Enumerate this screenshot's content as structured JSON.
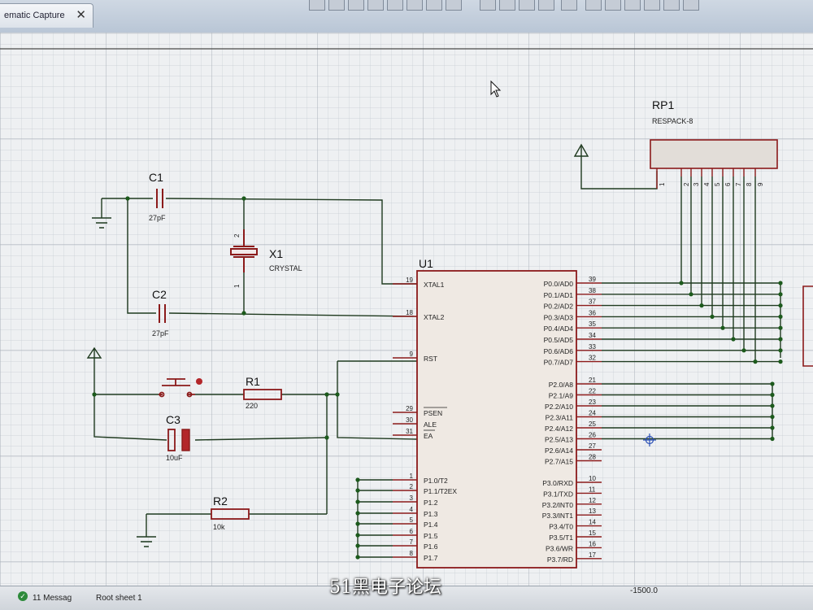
{
  "window": {
    "tab_title": "ematic Capture",
    "tab_close": "✕"
  },
  "components": {
    "c1": {
      "ref": "C1",
      "value": "27pF"
    },
    "c2": {
      "ref": "C2",
      "value": "27pF"
    },
    "c3": {
      "ref": "C3",
      "value": "10uF"
    },
    "x1": {
      "ref": "X1",
      "value": "CRYSTAL",
      "pin_top": "2",
      "pin_bottom": "1"
    },
    "r1": {
      "ref": "R1",
      "value": "220"
    },
    "r2": {
      "ref": "R2",
      "value": "10k"
    },
    "rp1": {
      "ref": "RP1",
      "value": "RESPACK-8",
      "pins": [
        "1",
        "2",
        "3",
        "4",
        "5",
        "6",
        "7",
        "8",
        "9"
      ]
    },
    "u1": {
      "ref": "U1",
      "left_pins": [
        {
          "num": "19",
          "name": "XTAL1"
        },
        {
          "num": "18",
          "name": "XTAL2"
        },
        {
          "num": "9",
          "name": "RST"
        },
        {
          "num": "29",
          "name": "PSEN"
        },
        {
          "num": "30",
          "name": "ALE"
        },
        {
          "num": "31",
          "name": "EA"
        },
        {
          "num": "1",
          "name": "P1.0/T2"
        },
        {
          "num": "2",
          "name": "P1.1/T2EX"
        },
        {
          "num": "3",
          "name": "P1.2"
        },
        {
          "num": "4",
          "name": "P1.3"
        },
        {
          "num": "5",
          "name": "P1.4"
        },
        {
          "num": "6",
          "name": "P1.5"
        },
        {
          "num": "7",
          "name": "P1.6"
        },
        {
          "num": "8",
          "name": "P1.7"
        }
      ],
      "right_pins": [
        {
          "num": "39",
          "name": "P0.0/AD0"
        },
        {
          "num": "38",
          "name": "P0.1/AD1"
        },
        {
          "num": "37",
          "name": "P0.2/AD2"
        },
        {
          "num": "36",
          "name": "P0.3/AD3"
        },
        {
          "num": "35",
          "name": "P0.4/AD4"
        },
        {
          "num": "34",
          "name": "P0.5/AD5"
        },
        {
          "num": "33",
          "name": "P0.6/AD6"
        },
        {
          "num": "32",
          "name": "P0.7/AD7"
        },
        {
          "num": "21",
          "name": "P2.0/A8"
        },
        {
          "num": "22",
          "name": "P2.1/A9"
        },
        {
          "num": "23",
          "name": "P2.2/A10"
        },
        {
          "num": "24",
          "name": "P2.3/A11"
        },
        {
          "num": "25",
          "name": "P2.4/A12"
        },
        {
          "num": "26",
          "name": "P2.5/A13"
        },
        {
          "num": "27",
          "name": "P2.6/A14"
        },
        {
          "num": "28",
          "name": "P2.7/A15"
        },
        {
          "num": "10",
          "name": "P3.0/RXD"
        },
        {
          "num": "11",
          "name": "P3.1/TXD"
        },
        {
          "num": "12",
          "name": "P3.2/INT0"
        },
        {
          "num": "13",
          "name": "P3.3/INT1"
        },
        {
          "num": "14",
          "name": "P3.4/T0"
        },
        {
          "num": "15",
          "name": "P3.5/T1"
        },
        {
          "num": "16",
          "name": "P3.6/WR"
        },
        {
          "num": "17",
          "name": "P3.7/RD"
        }
      ]
    }
  },
  "status": {
    "messages": "11 Messag",
    "sheet": "Root sheet 1",
    "coordinate": "-1500.0"
  },
  "watermark": "51黑电子论坛",
  "colors": {
    "wire": "#1f3a1f",
    "component": "#8b1a1a",
    "grid_minor": "#c6ccd3",
    "grid_major": "#a9b0b9",
    "junction": "#1c5a1c"
  }
}
